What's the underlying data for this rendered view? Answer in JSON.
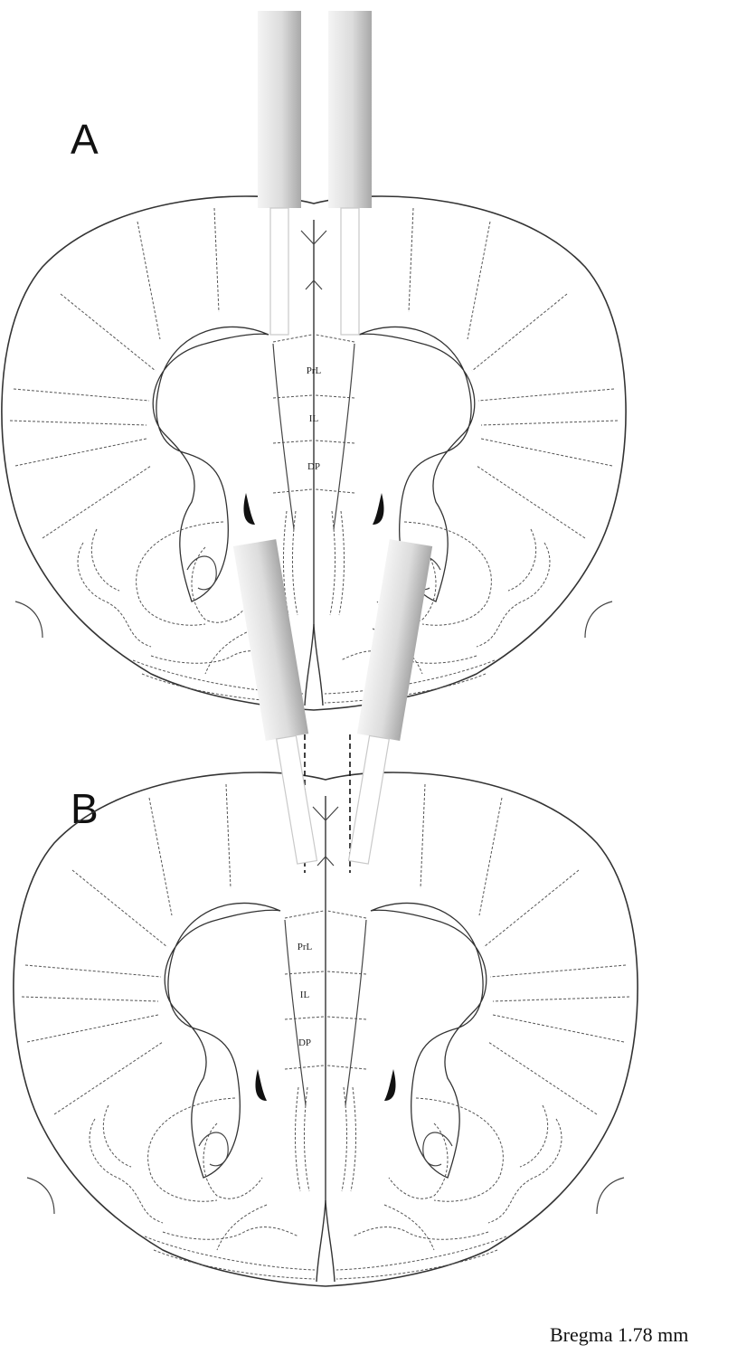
{
  "panels": [
    {
      "letter": "A",
      "regions": [
        "PrL",
        "IL",
        "DP"
      ]
    },
    {
      "letter": "B",
      "regions": [
        "PrL",
        "IL",
        "DP"
      ]
    }
  ],
  "caption": "Bregma 1.78 mm",
  "colors": {
    "outline": "#333333",
    "cannula_light": "#f2f2f2",
    "cannula_dark": "#a9a9a9"
  }
}
